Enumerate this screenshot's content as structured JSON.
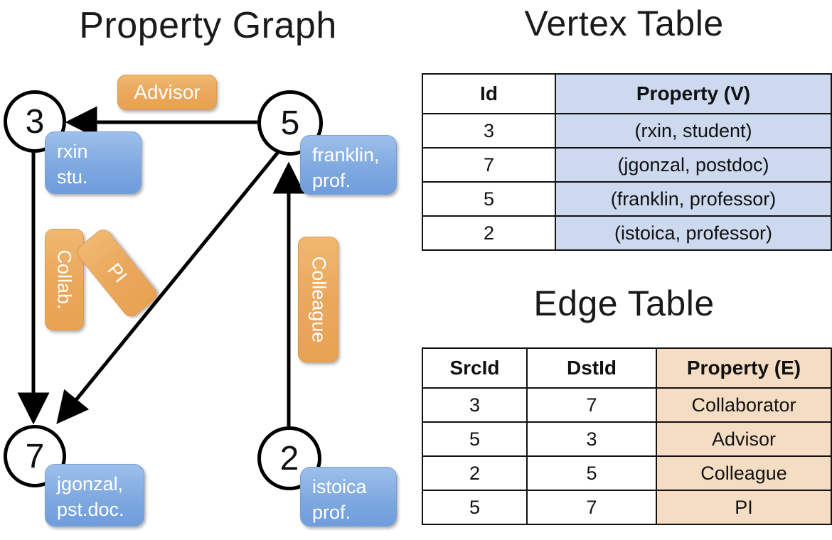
{
  "graph": {
    "title": "Property Graph",
    "vertices": [
      {
        "id": "3",
        "label_line1": "rxin",
        "label_line2": "stu."
      },
      {
        "id": "5",
        "label_line1": "franklin,",
        "label_line2": "prof."
      },
      {
        "id": "7",
        "label_line1": "jgonzal,",
        "label_line2": "pst.doc."
      },
      {
        "id": "2",
        "label_line1": "istoica",
        "label_line2": "prof."
      }
    ],
    "edge_labels": [
      {
        "name": "advisor-label",
        "text": "Advisor"
      },
      {
        "name": "collab-label",
        "text": "Collab."
      },
      {
        "name": "pi-label",
        "text": "PI"
      },
      {
        "name": "colleague-label",
        "text": "Colleague"
      }
    ]
  },
  "vertex_table": {
    "title": "Vertex Table",
    "headers": [
      "Id",
      "Property (V)"
    ],
    "rows": [
      {
        "id": "3",
        "property": "(rxin, student)"
      },
      {
        "id": "7",
        "property": "(jgonzal, postdoc)"
      },
      {
        "id": "5",
        "property": "(franklin, professor)"
      },
      {
        "id": "2",
        "property": "(istoica, professor)"
      }
    ]
  },
  "edge_table": {
    "title": "Edge Table",
    "headers": [
      "SrcId",
      "DstId",
      "Property (E)"
    ],
    "rows": [
      {
        "src": "3",
        "dst": "7",
        "property": "Collaborator"
      },
      {
        "src": "5",
        "dst": "3",
        "property": "Advisor"
      },
      {
        "src": "2",
        "dst": "5",
        "property": "Colleague"
      },
      {
        "src": "5",
        "dst": "7",
        "property": "PI"
      }
    ]
  },
  "colors": {
    "vertex_property_fill": "#ccd9ef",
    "edge_property_fill": "#f5ddc4",
    "node_box_blue": "#7fa9e0",
    "edge_label_orange": "#eaa85c",
    "stroke": "#111111",
    "background": "#ffffff"
  }
}
